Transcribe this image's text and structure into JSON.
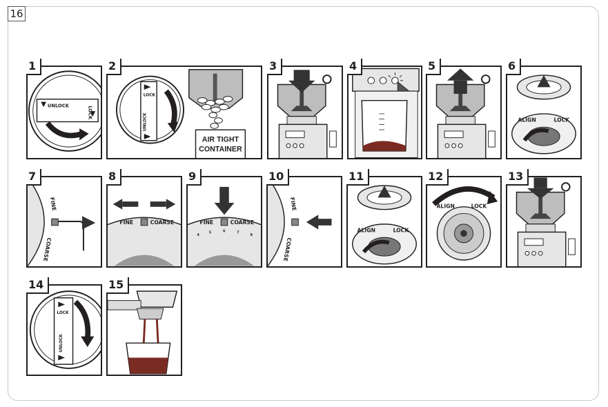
{
  "page_number": "16",
  "steps": [
    {
      "n": "1"
    },
    {
      "n": "2",
      "container_line1": "AIR TIGHT",
      "container_line2": "CONTAINER"
    },
    {
      "n": "3"
    },
    {
      "n": "4"
    },
    {
      "n": "5"
    },
    {
      "n": "6"
    },
    {
      "n": "7"
    },
    {
      "n": "8"
    },
    {
      "n": "9"
    },
    {
      "n": "10"
    },
    {
      "n": "11"
    },
    {
      "n": "12"
    },
    {
      "n": "13"
    },
    {
      "n": "14"
    },
    {
      "n": "15"
    }
  ],
  "labels": {
    "unlock": "UNLOCK",
    "lock": "LOCK",
    "align": "ALIGN",
    "fine": "FINE",
    "coarse": "COARSE"
  },
  "scale_digits": [
    "4",
    "5",
    "6",
    "7",
    "8"
  ]
}
